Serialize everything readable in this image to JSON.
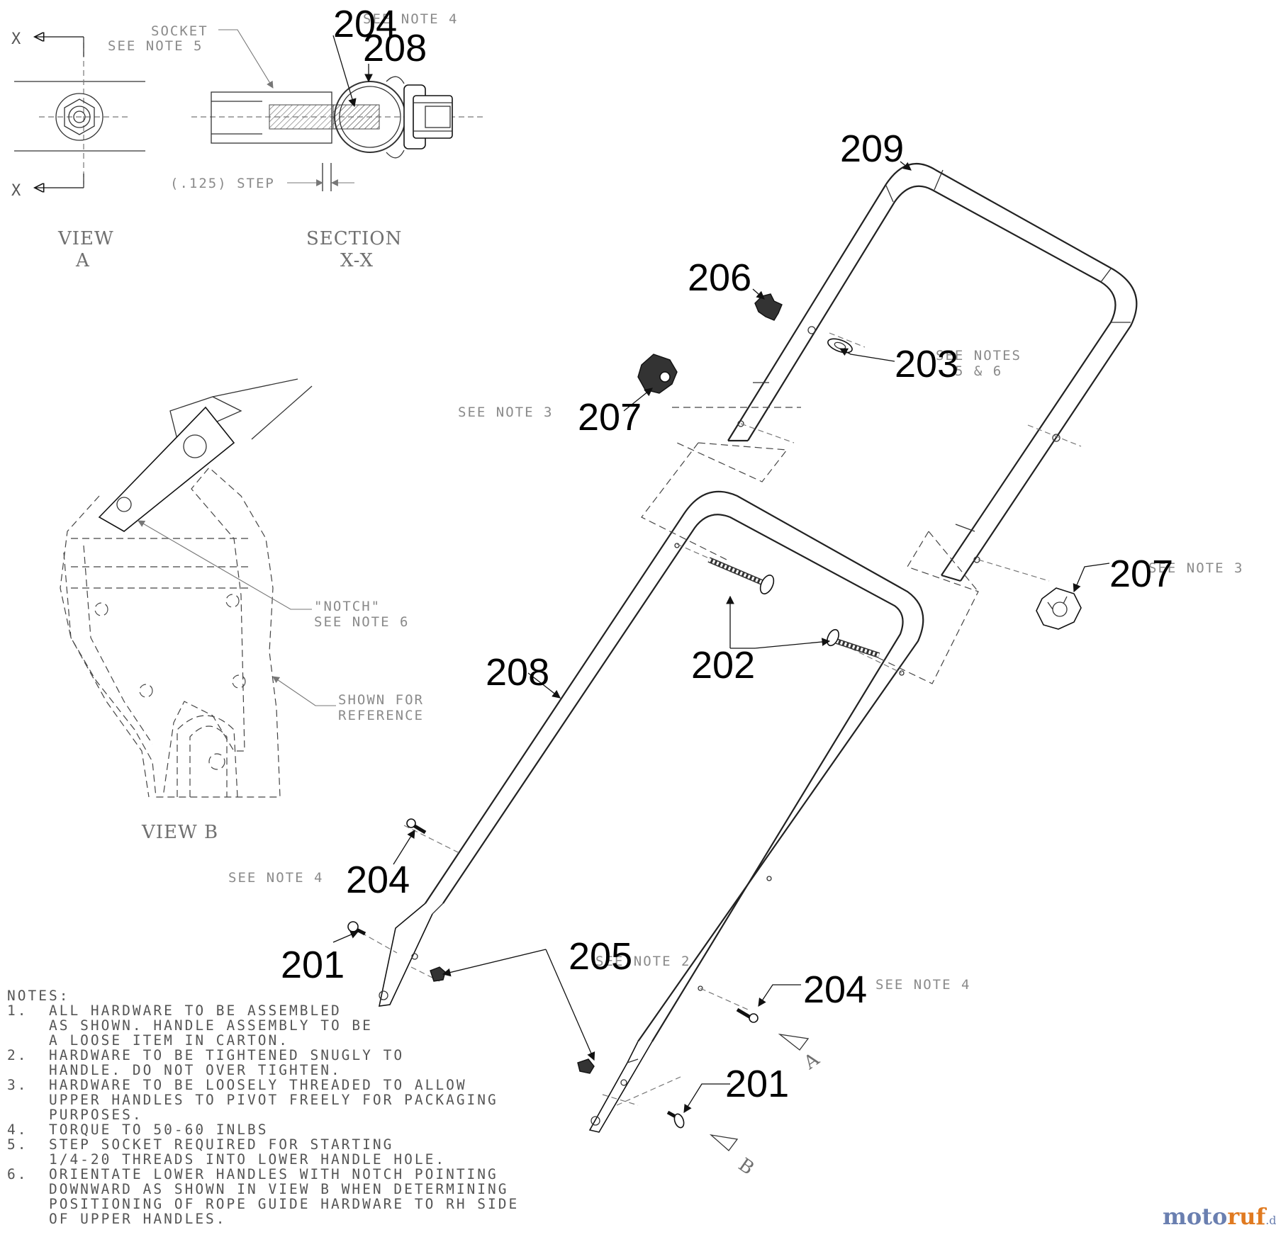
{
  "callouts": {
    "c204_top": "204",
    "c208_top": "208",
    "c209": "209",
    "c206": "206",
    "c203": "203",
    "c207_left": "207",
    "c207_right": "207",
    "c208_mid": "208",
    "c202": "202",
    "c204_left": "204",
    "c201_left": "201",
    "c205": "205",
    "c204_right": "204",
    "c201_right": "201"
  },
  "annotations": {
    "socket_line1": "SOCKET",
    "socket_line2": "SEE NOTE 5",
    "see_note_4_top": "SEE NOTE 4",
    "step": "(.125) STEP",
    "x_top": "X",
    "x_bottom": "X",
    "view_a_line1": "VIEW",
    "view_a_line2": "A",
    "section_line1": "SECTION",
    "section_line2": "X-X",
    "see_notes_line1": "SEE NOTES",
    "see_notes_line2": "5 & 6",
    "see_note_3_left": "SEE NOTE 3",
    "see_note_3_right": "SEE NOTE 3",
    "notch_line1": "\"NOTCH\"",
    "notch_line2": "SEE NOTE 6",
    "shown_line1": "SHOWN FOR",
    "shown_line2": "REFERENCE",
    "view_b": "VIEW  B",
    "see_note_4_left": "SEE NOTE 4",
    "see_note_2": "SEE NOTE 2",
    "see_note_4_right": "SEE NOTE 4",
    "arrow_a": "A",
    "arrow_b": "B"
  },
  "notes": {
    "heading": "NOTES:",
    "lines": [
      "1.  ALL HARDWARE TO BE ASSEMBLED",
      "    AS SHOWN. HANDLE ASSEMBLY TO BE",
      "    A LOOSE ITEM IN CARTON.",
      "2.  HARDWARE TO BE TIGHTENED SNUGLY TO",
      "    HANDLE. DO NOT OVER TIGHTEN.",
      "3.  HARDWARE TO BE LOOSELY THREADED TO ALLOW",
      "    UPPER HANDLES TO PIVOT FREELY FOR PACKAGING",
      "    PURPOSES.",
      "4.  TORQUE TO 50-60 INLBS",
      "5.  STEP SOCKET REQUIRED FOR STARTING",
      "    1/4-20 THREADS INTO LOWER HANDLE HOLE.",
      "6.  ORIENTATE LOWER HANDLES WITH NOTCH POINTING",
      "    DOWNWARD AS SHOWN IN VIEW B WHEN DETERMINING",
      "    POSITIONING OF ROPE GUIDE HARDWARE TO RH SIDE",
      "    OF UPPER HANDLES."
    ]
  },
  "watermark": {
    "part1": "moto",
    "part2": "ruf",
    "part3": ".de"
  }
}
